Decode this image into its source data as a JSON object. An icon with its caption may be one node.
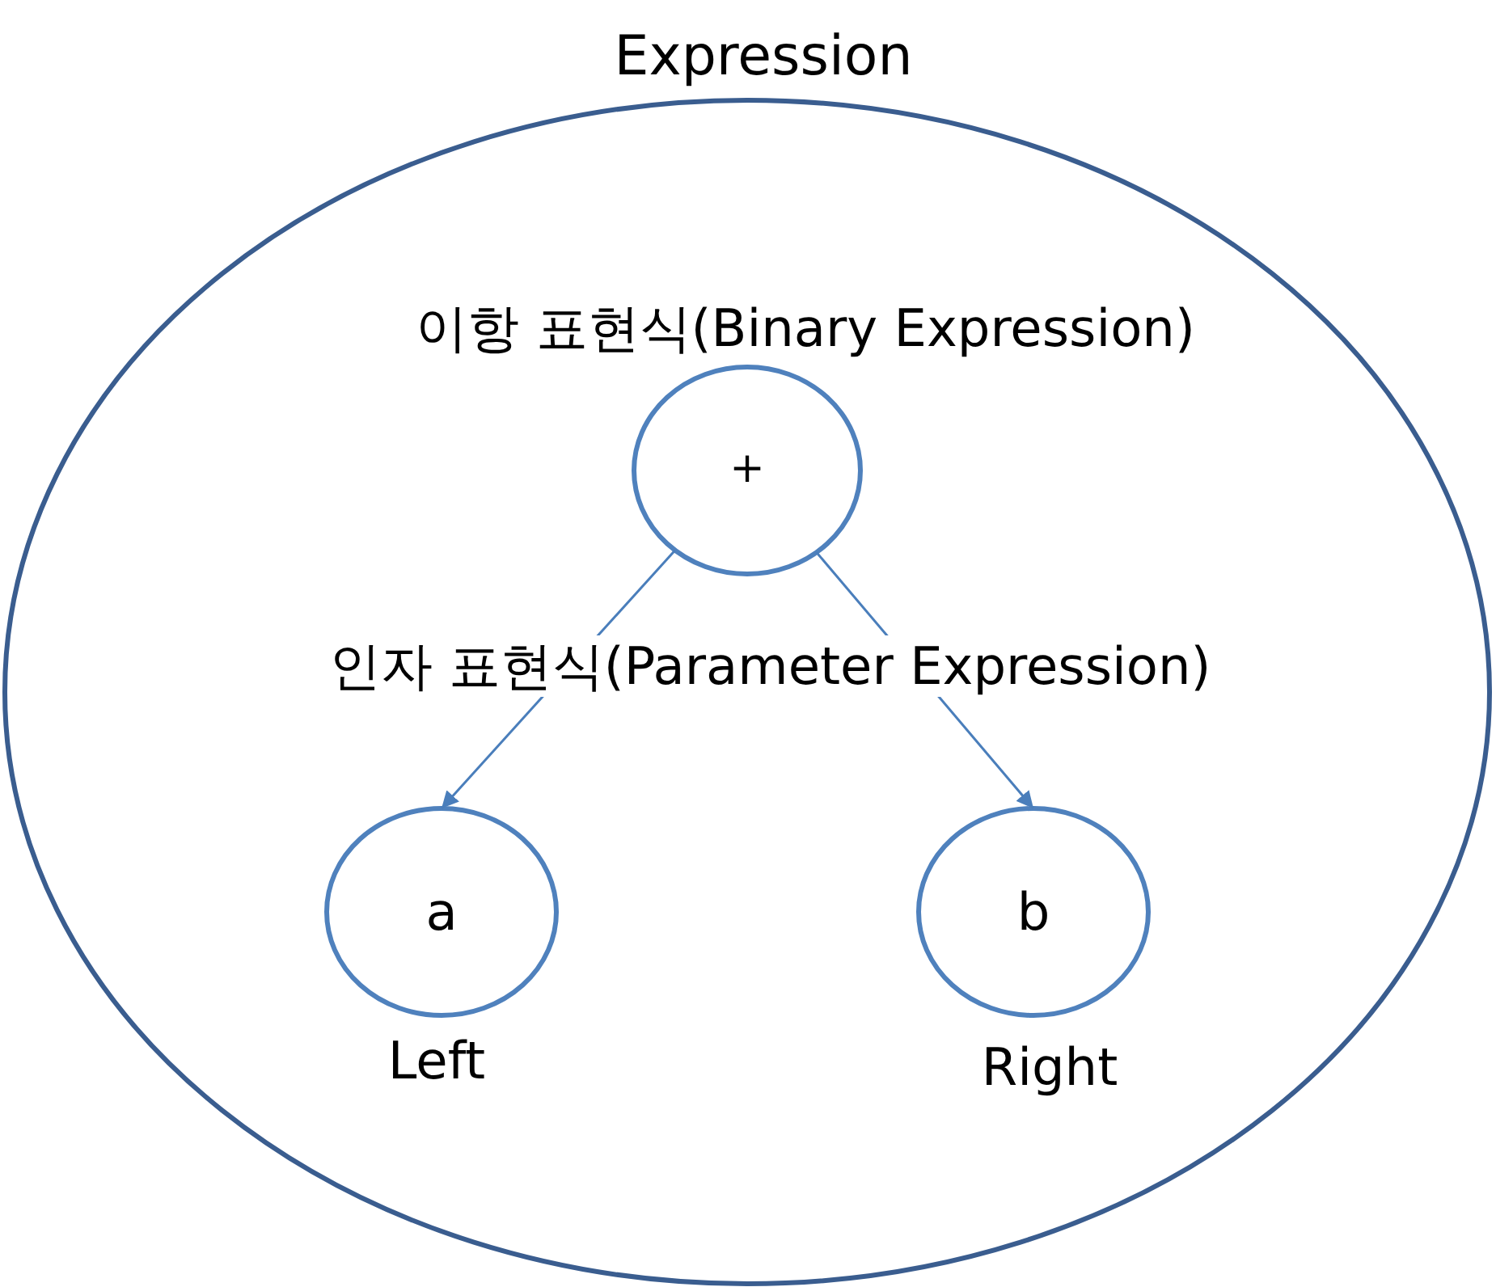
{
  "diagram": {
    "nodes": [
      {
        "text": [
          "Expression"
        ]
      },
      {
        "text": [
          "이항 표현식(Binary Expression)",
          "+"
        ],
        "in": 0
      },
      {
        "text": [
          "a"
        ],
        "in": 0,
        "beside": [
          "Left"
        ]
      },
      {
        "text": [
          "b"
        ],
        "in": 0,
        "beside": [
          "Right"
        ]
      }
    ],
    "edges": [
      {
        "from": 1,
        "to": 2,
        "arrow": "to"
      },
      {
        "from": 1,
        "to": 3,
        "arrow": "to"
      }
    ],
    "labels": [
      "인자 표현식(Parameter Expression)"
    ]
  }
}
